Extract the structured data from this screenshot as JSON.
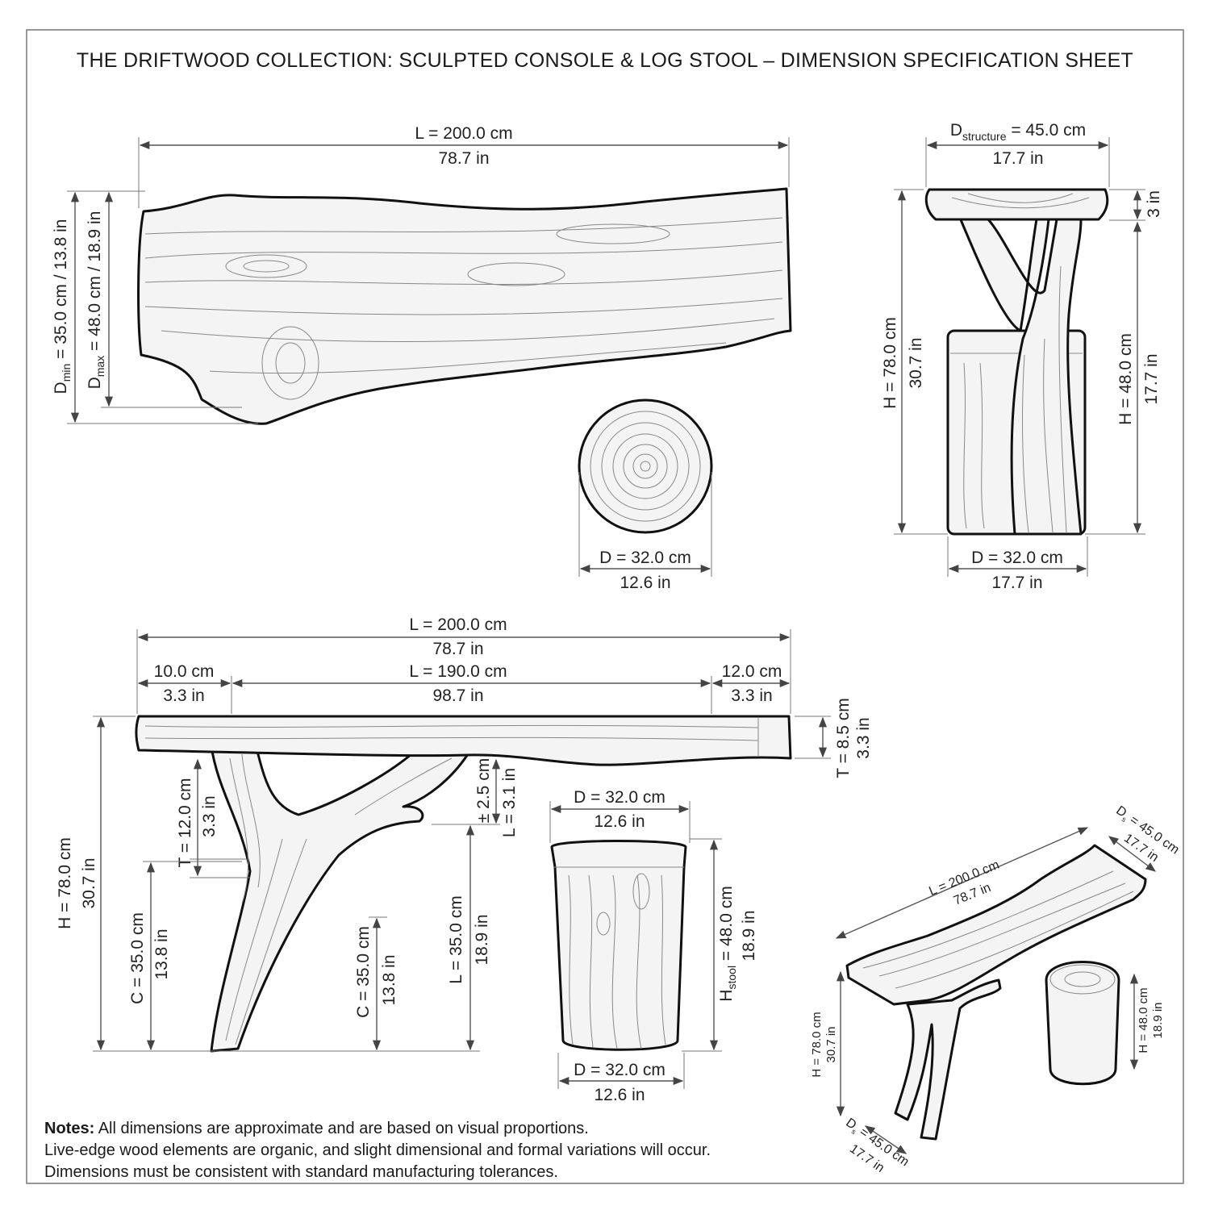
{
  "title": "THE DRIFTWOOD COLLECTION: SCULPTED CONSOLE & LOG STOOL – DIMENSION SPECIFICATION SHEET",
  "plan_view": {
    "length_cm": "L = 200.0 cm",
    "length_in": "78.7 in",
    "dmin_sym": "D",
    "dmin_sub": "min",
    "dmin_val": " = 35.0 cm / 13.8 in",
    "dmax_sym": "D",
    "dmax_sub": "max",
    "dmax_val": " = 48.0 cm / 18.9 in"
  },
  "stool_top_view": {
    "diameter_cm": "D = 32.0 cm",
    "diameter_in": "12.6 in"
  },
  "side_view": {
    "depth_sym": "D",
    "depth_sub": "structure",
    "depth_val": " = 45.0 cm",
    "depth_in": "17.7 in",
    "top_thickness": "3 in",
    "height_cm": "H = 78.0 cm",
    "height_in": "30.7 in",
    "stool_height_cm": "H = 48.0 cm",
    "stool_height_in": "17.7 in",
    "stool_diameter_cm": "D = 32.0 cm",
    "stool_diameter_in": "17.7 in"
  },
  "front_elevation": {
    "length_cm": "L = 200.0 cm",
    "length_in": "78.7 in",
    "left_overhang_cm": "10.0 cm",
    "left_overhang_in": "3.3 in",
    "inner_length_cm": "L = 190.0 cm",
    "inner_length_in": "98.7 in",
    "right_overhang_cm": "12.0 cm",
    "right_overhang_in": "3.3 in",
    "top_thickness_cm": "T = 8.5 cm",
    "top_thickness_in": "3.3 in",
    "tolerance_cm": "± 2.5 cm",
    "tolerance_in": "L = 3.1 in",
    "branch_thickness_cm": "T = 12.0 cm",
    "branch_thickness_in": "3.3 in",
    "height_cm": "H = 78.0 cm",
    "height_in": "30.7 in",
    "clearance1_cm": "C = 35.0 cm",
    "clearance1_in": "13.8 in",
    "clearance2_cm": "C = 35.0 cm",
    "clearance2_in": "13.8 in",
    "leg_length_cm": "L = 35.0 cm",
    "leg_length_in": "18.9 in"
  },
  "stool_front": {
    "top_diameter_cm": "D = 32.0 cm",
    "top_diameter_in": "12.6 in",
    "height_sym": "H",
    "height_sub": "stool",
    "height_val": " = 48.0 cm",
    "height_in": "18.9 in",
    "bottom_diameter_cm": "D = 32.0 cm",
    "bottom_diameter_in": "12.6 in"
  },
  "isometric": {
    "length_cm": "L = 200.0 cm",
    "length_in": "78.7 in",
    "depth_top_sym": "D",
    "depth_top_sub": "s",
    "depth_top_val": " = 45.0 cm",
    "depth_top_in": "17.7 in",
    "height_cm": "H = 78.0 cm",
    "height_in": "30.7 in",
    "stool_height_cm": "H = 48.0 cm",
    "stool_height_in": "18.9 in",
    "depth_bottom_sym": "D",
    "depth_bottom_sub": "s",
    "depth_bottom_val": " = 45.0 cm",
    "depth_bottom_in": "17.7 in"
  },
  "notes": {
    "label": "Notes:",
    "line1": " All dimensions are approximate and are based on visual proportions.",
    "line2": "Live-edge wood elements are organic, and slight dimensional and formal variations will occur.",
    "line3": "Dimensions must be consistent with standard manufacturing tolerances."
  }
}
